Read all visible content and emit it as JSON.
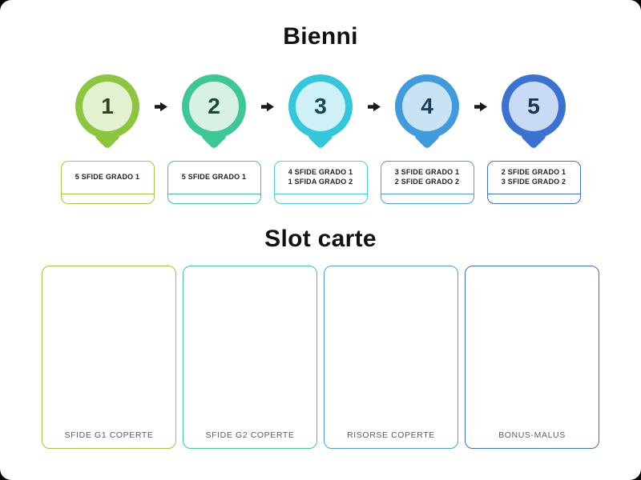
{
  "titles": {
    "bienni": "Bienni",
    "slot_carte": "Slot carte"
  },
  "arrow": {
    "icon": "arrow-right",
    "color": "#1A1A1A"
  },
  "stages": [
    {
      "number": "1",
      "ring_color": "#8CC63E",
      "fill_color": "#E3F1D0",
      "number_color": "#2C4420",
      "box_border": "#A3CA3E",
      "lines": [
        "5 SFIDE GRADO 1"
      ]
    },
    {
      "number": "2",
      "ring_color": "#3CC795",
      "fill_color": "#D7F2E5",
      "number_color": "#1B4A38",
      "box_border": "#3EC79C",
      "lines": [
        "5 SFIDE GRADO 1"
      ]
    },
    {
      "number": "3",
      "ring_color": "#34C6DA",
      "fill_color": "#CFF0F6",
      "number_color": "#174751",
      "box_border": "#49CFE2",
      "lines": [
        "4 SFIDE GRADO 1",
        "1 SFIDA GRADO 2"
      ]
    },
    {
      "number": "4",
      "ring_color": "#3F9BDB",
      "fill_color": "#C9E3F6",
      "number_color": "#1C3A5C",
      "box_border": "#4C9FDD",
      "lines": [
        "3 SFIDE GRADO 1",
        "2 SFIDE GRADO 2"
      ]
    },
    {
      "number": "5",
      "ring_color": "#3B71D1",
      "fill_color": "#C9DAF4",
      "number_color": "#1D3055",
      "box_border": "#3E6FCB",
      "lines": [
        "2 SFIDE GRADO 1",
        "3 SFIDE GRADO 2"
      ]
    }
  ],
  "card_slots": [
    {
      "label": "SFIDE G1 COPERTE",
      "border_color": "#A3C53C"
    },
    {
      "label": "SFIDE G2 COPERTE",
      "border_color": "#3EC79C"
    },
    {
      "label": "RISORSE COPERTE",
      "border_color": "#4C9FDE"
    },
    {
      "label": "BONUS-MALUS",
      "border_color": "#3E6FCB"
    }
  ],
  "text_colors": {
    "box_text": "#222222",
    "slot_label": "#595E66"
  }
}
